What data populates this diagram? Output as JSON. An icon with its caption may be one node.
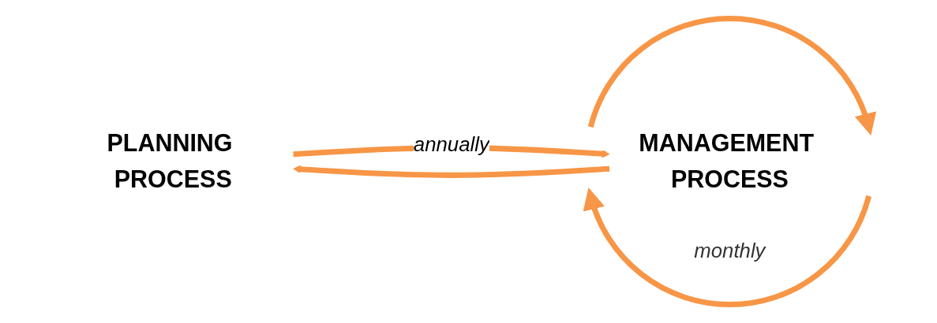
{
  "diagram": {
    "nodes": [
      {
        "text": [
          "PLANNING PROCESS"
        ]
      },
      {
        "text": [
          "MANAGEMENT PROCESS"
        ]
      }
    ],
    "edges": [
      {
        "from": 0,
        "to": 1,
        "arrow": "to",
        "label": "annually"
      },
      {
        "from": 1,
        "to": 0,
        "arrow": "to"
      },
      {
        "from": 1,
        "to": 1,
        "arrow": "to"
      },
      {
        "from": 1,
        "to": 1,
        "arrow": "to",
        "label": "monthly"
      }
    ]
  }
}
